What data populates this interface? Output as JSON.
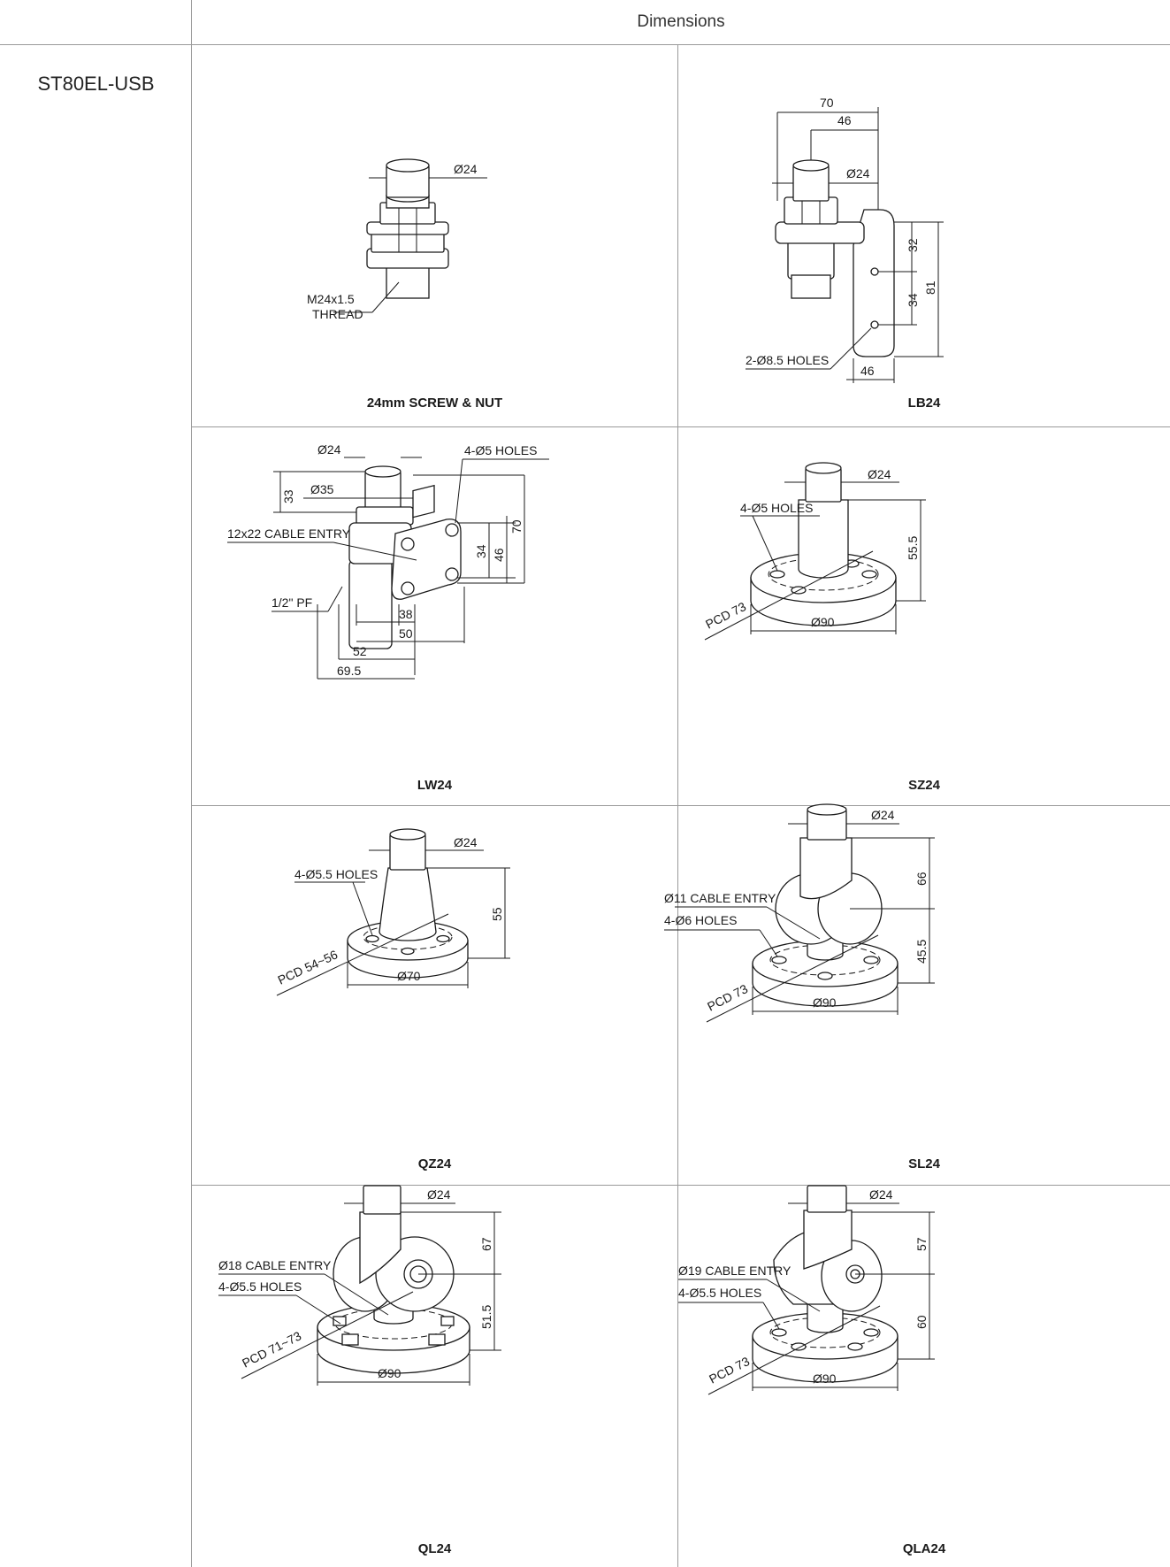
{
  "header": {
    "title": "Dimensions"
  },
  "model": {
    "name": "ST80EL-USB"
  },
  "cells": {
    "screw": {
      "caption": "24mm SCREW & NUT",
      "dim_d24": "Ø24",
      "thread_1": "M24x1.5",
      "thread_2": "THREAD"
    },
    "lb24": {
      "caption": "LB24",
      "dim_70": "70",
      "dim_46_top": "46",
      "dim_d24": "Ø24",
      "dim_32": "32",
      "dim_34": "34",
      "dim_81": "81",
      "holes": "2-Ø8.5 HOLES",
      "dim_46_bottom": "46"
    },
    "lw24": {
      "caption": "LW24",
      "dim_d24": "Ø24",
      "holes": "4-Ø5 HOLES",
      "dim_33": "33",
      "dim_d35": "Ø35",
      "cable": "12x22 CABLE ENTRY",
      "dim_34": "34",
      "dim_46": "46",
      "dim_70": "70",
      "pf": "1/2\" PF",
      "dim_38": "38",
      "dim_50": "50",
      "dim_52": "52",
      "dim_695": "69.5"
    },
    "sz24": {
      "caption": "SZ24",
      "dim_d24": "Ø24",
      "holes": "4-Ø5 HOLES",
      "dim_555": "55.5",
      "pcd": "PCD 73",
      "dim_d90": "Ø90"
    },
    "qz24": {
      "caption": "QZ24",
      "dim_d24": "Ø24",
      "holes": "4-Ø5.5 HOLES",
      "dim_55": "55",
      "pcd": "PCD 54~56",
      "dim_d70": "Ø70"
    },
    "sl24": {
      "caption": "SL24",
      "dim_d24": "Ø24",
      "dim_66": "66",
      "cable": "Ø11 CABLE ENTRY",
      "holes": "4-Ø6 HOLES",
      "dim_455": "45.5",
      "pcd": "PCD 73",
      "dim_d90": "Ø90"
    },
    "ql24": {
      "caption": "QL24",
      "dim_d24": "Ø24",
      "dim_67": "67",
      "cable": "Ø18 CABLE ENTRY",
      "holes": "4-Ø5.5 HOLES",
      "dim_515": "51.5",
      "pcd": "PCD 71~73",
      "dim_d90": "Ø90"
    },
    "qla24": {
      "caption": "QLA24",
      "dim_d24": "Ø24",
      "dim_57": "57",
      "cable": "Ø19 CABLE ENTRY",
      "holes": "4-Ø5.5 HOLES",
      "dim_60": "60",
      "pcd": "PCD 73",
      "dim_d90": "Ø90"
    }
  }
}
